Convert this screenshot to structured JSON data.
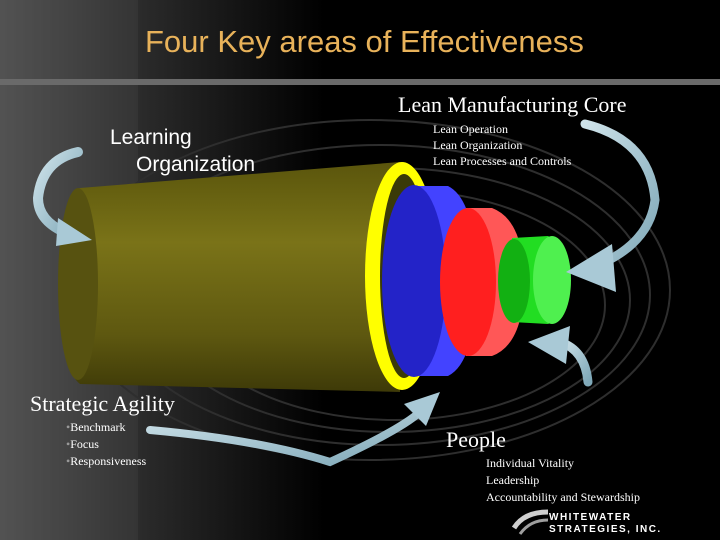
{
  "title": "Four Key areas of Effectiveness",
  "lean_core": {
    "heading": "Lean Manufacturing Core",
    "items": [
      "Lean Operation",
      "Lean Organization",
      "Lean Processes and Controls"
    ]
  },
  "learning": {
    "line1": "Learning",
    "line2": "Organization"
  },
  "strategic_agility": {
    "heading": "Strategic Agility",
    "items": [
      "Benchmark",
      "Focus",
      "Responsiveness"
    ]
  },
  "people": {
    "heading": "People",
    "items": [
      "Individual Vitality",
      "Leadership",
      "Accountability and Stewardship"
    ]
  },
  "logo": {
    "line1": "WHITEWATER",
    "line2": "STRATEGIES, INC."
  },
  "colors": {
    "title": "#e8b25a",
    "cylinder": "#6b6410",
    "yellow_ring": "#ffff00",
    "blue_ring": "#2222cc",
    "red_ring": "#ff2a2a",
    "green_core": "#19c219",
    "arrow": "#a9c9d6"
  }
}
